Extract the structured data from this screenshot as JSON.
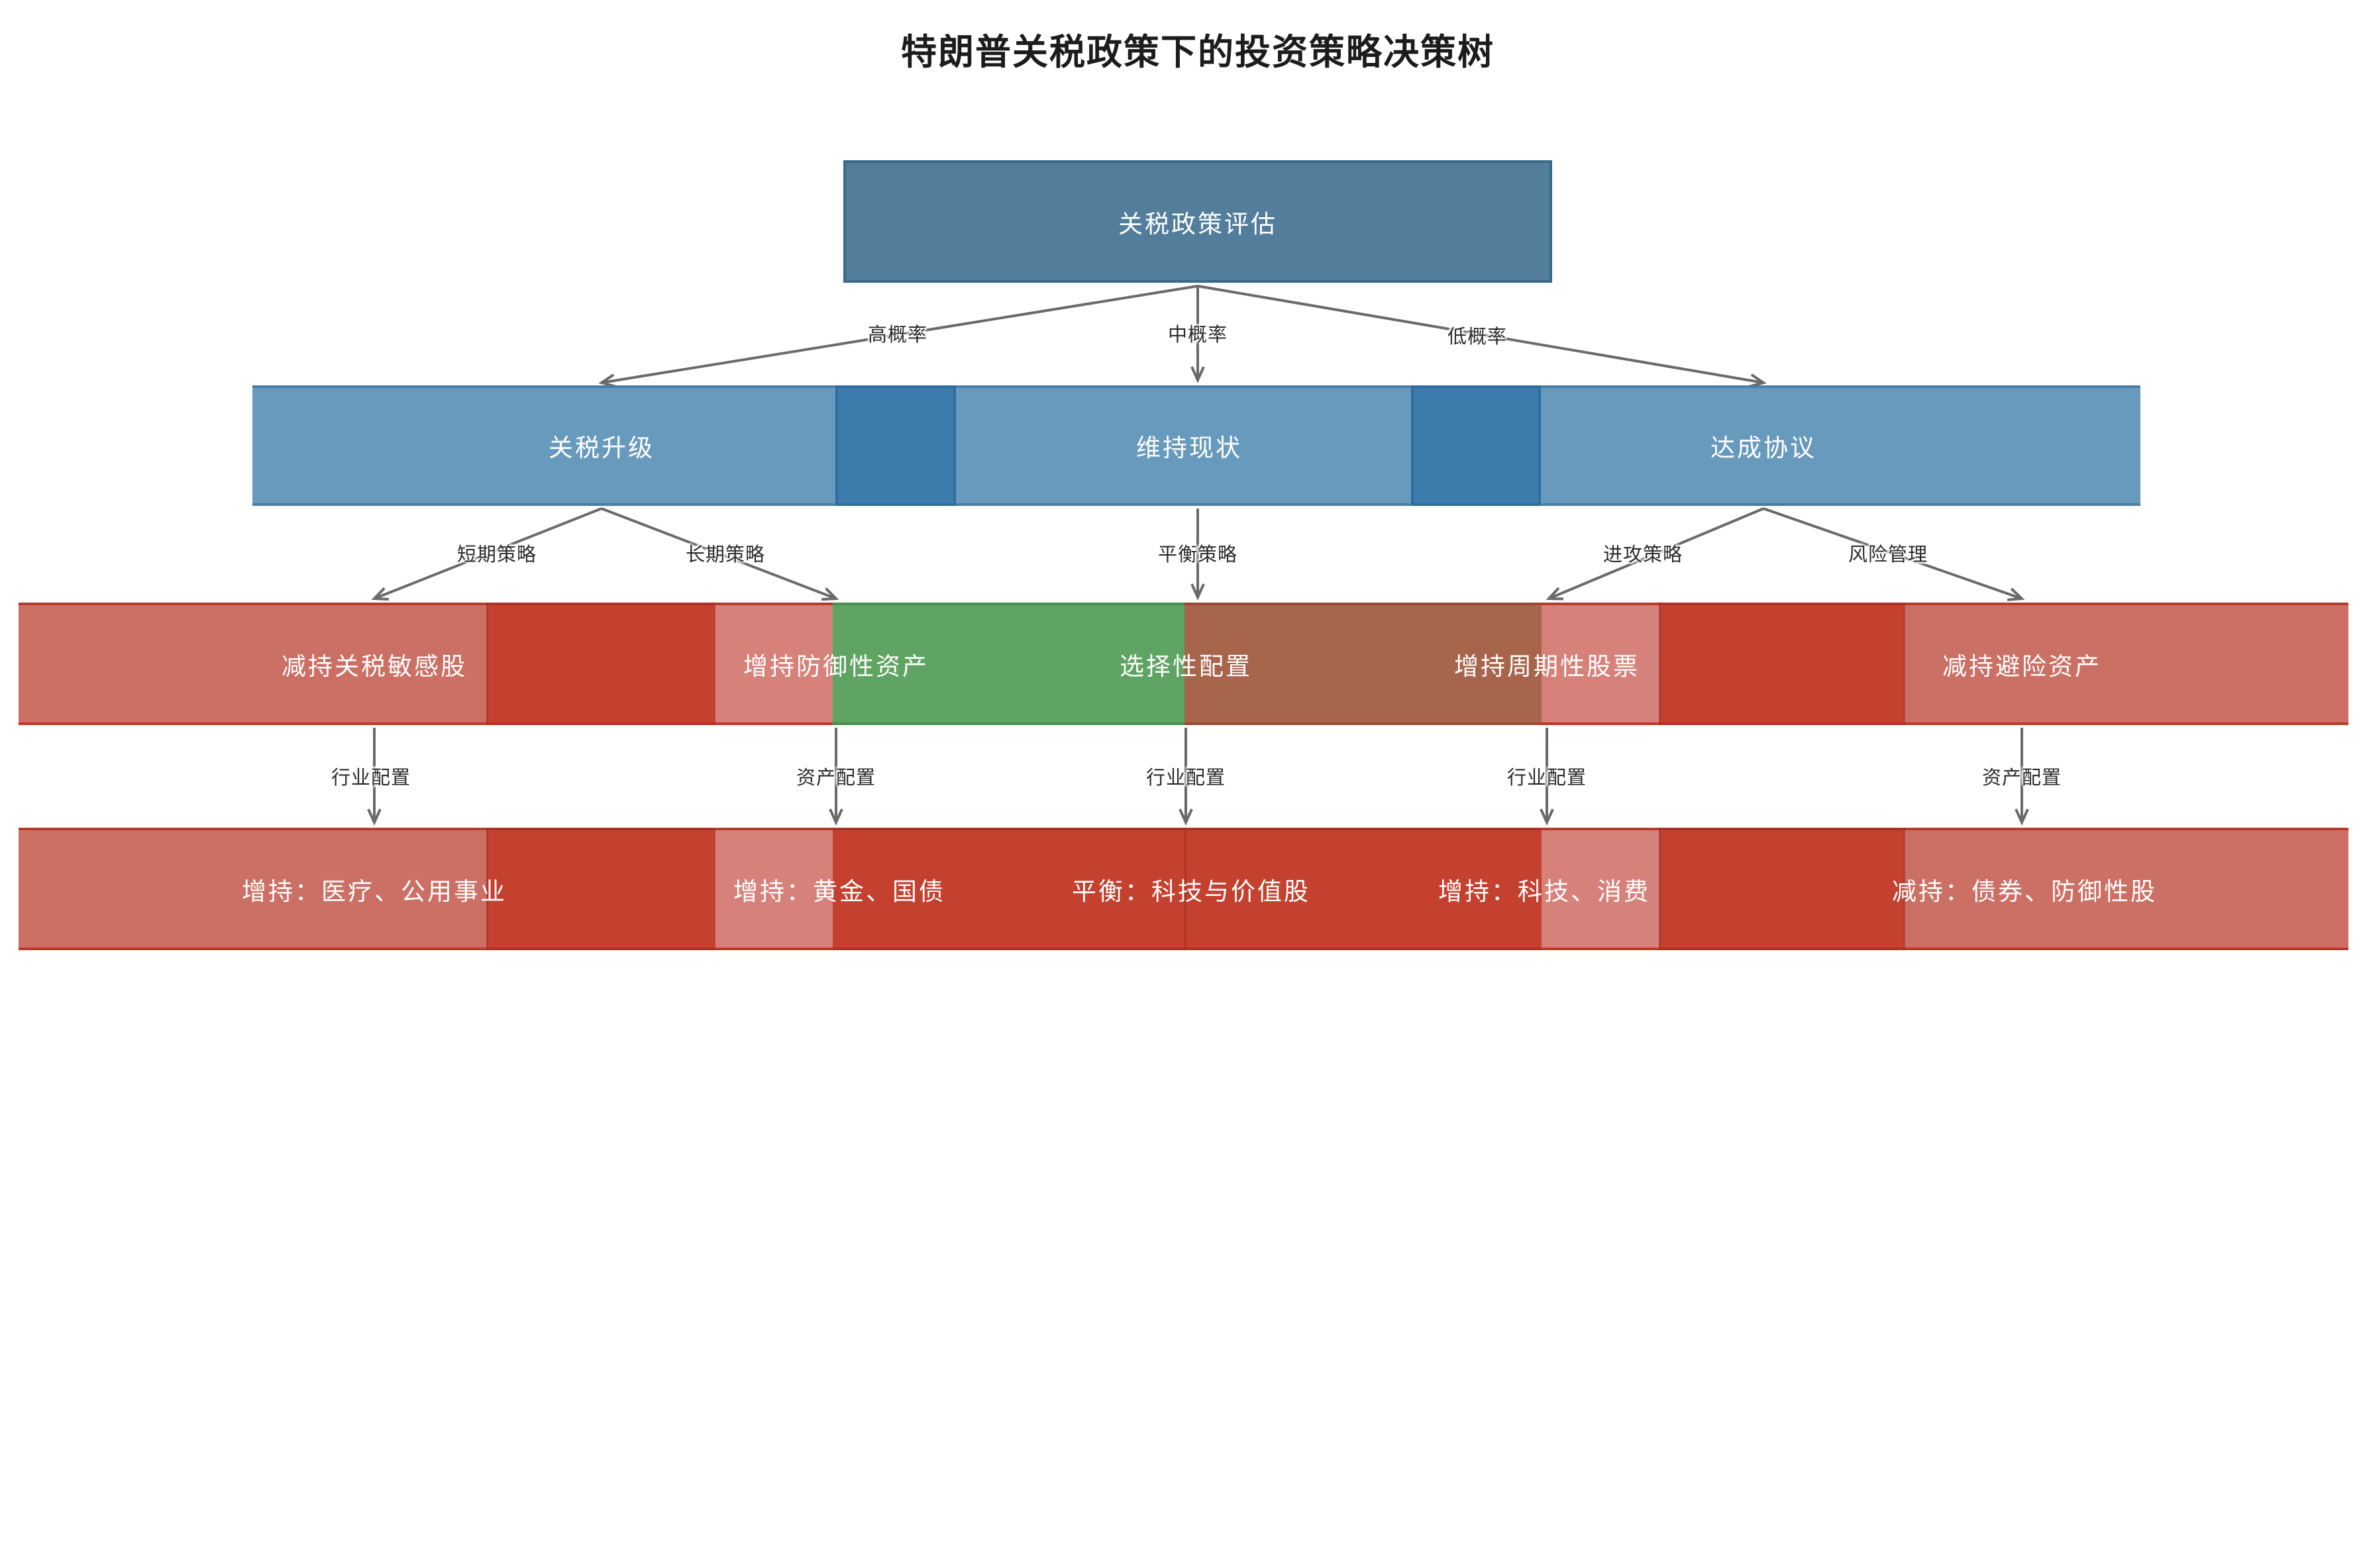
{
  "title": "特朗普关税政策下的投资策略决策树",
  "nodes": {
    "root": "关税政策评估",
    "level2": [
      "关税升级",
      "维持现状",
      "达成协议"
    ],
    "level3": [
      "减持关税敏感股",
      "增持防御性资产",
      "选择性配置",
      "增持周期性股票",
      "减持避险资产"
    ],
    "level4": [
      "增持：医疗、公用事业",
      "增持：黄金、国债",
      "平衡：科技与价值股",
      "增持：科技、消费",
      "减持：债券、防御性股"
    ]
  },
  "edges": {
    "level1_2": [
      "高概率",
      "中概率",
      "低概率"
    ],
    "level2_3": [
      "短期策略",
      "长期策略",
      "平衡策略",
      "进攻策略",
      "风险管理"
    ],
    "level3_4": [
      "行业配置",
      "资产配置",
      "行业配置",
      "行业配置",
      "资产配置"
    ]
  },
  "colors": {
    "root_fill": "#527e9c",
    "root_border": "#3a6a89",
    "scenario_blue": "#689abe",
    "scenario_blue_overlap": "#3d7dad",
    "strategy_salmon": "#cc6f64",
    "strategy_red_overlap": "#c4402f",
    "strategy_pink": "#d6827a",
    "strategy_green": "#5fa462",
    "strategy_brown_overlap": "#a7654c",
    "arrow_gray": "#6a6a6a",
    "text_on_node": "#ffffff",
    "edge_label_text": "#2b2b2b",
    "background": "#ffffff"
  }
}
